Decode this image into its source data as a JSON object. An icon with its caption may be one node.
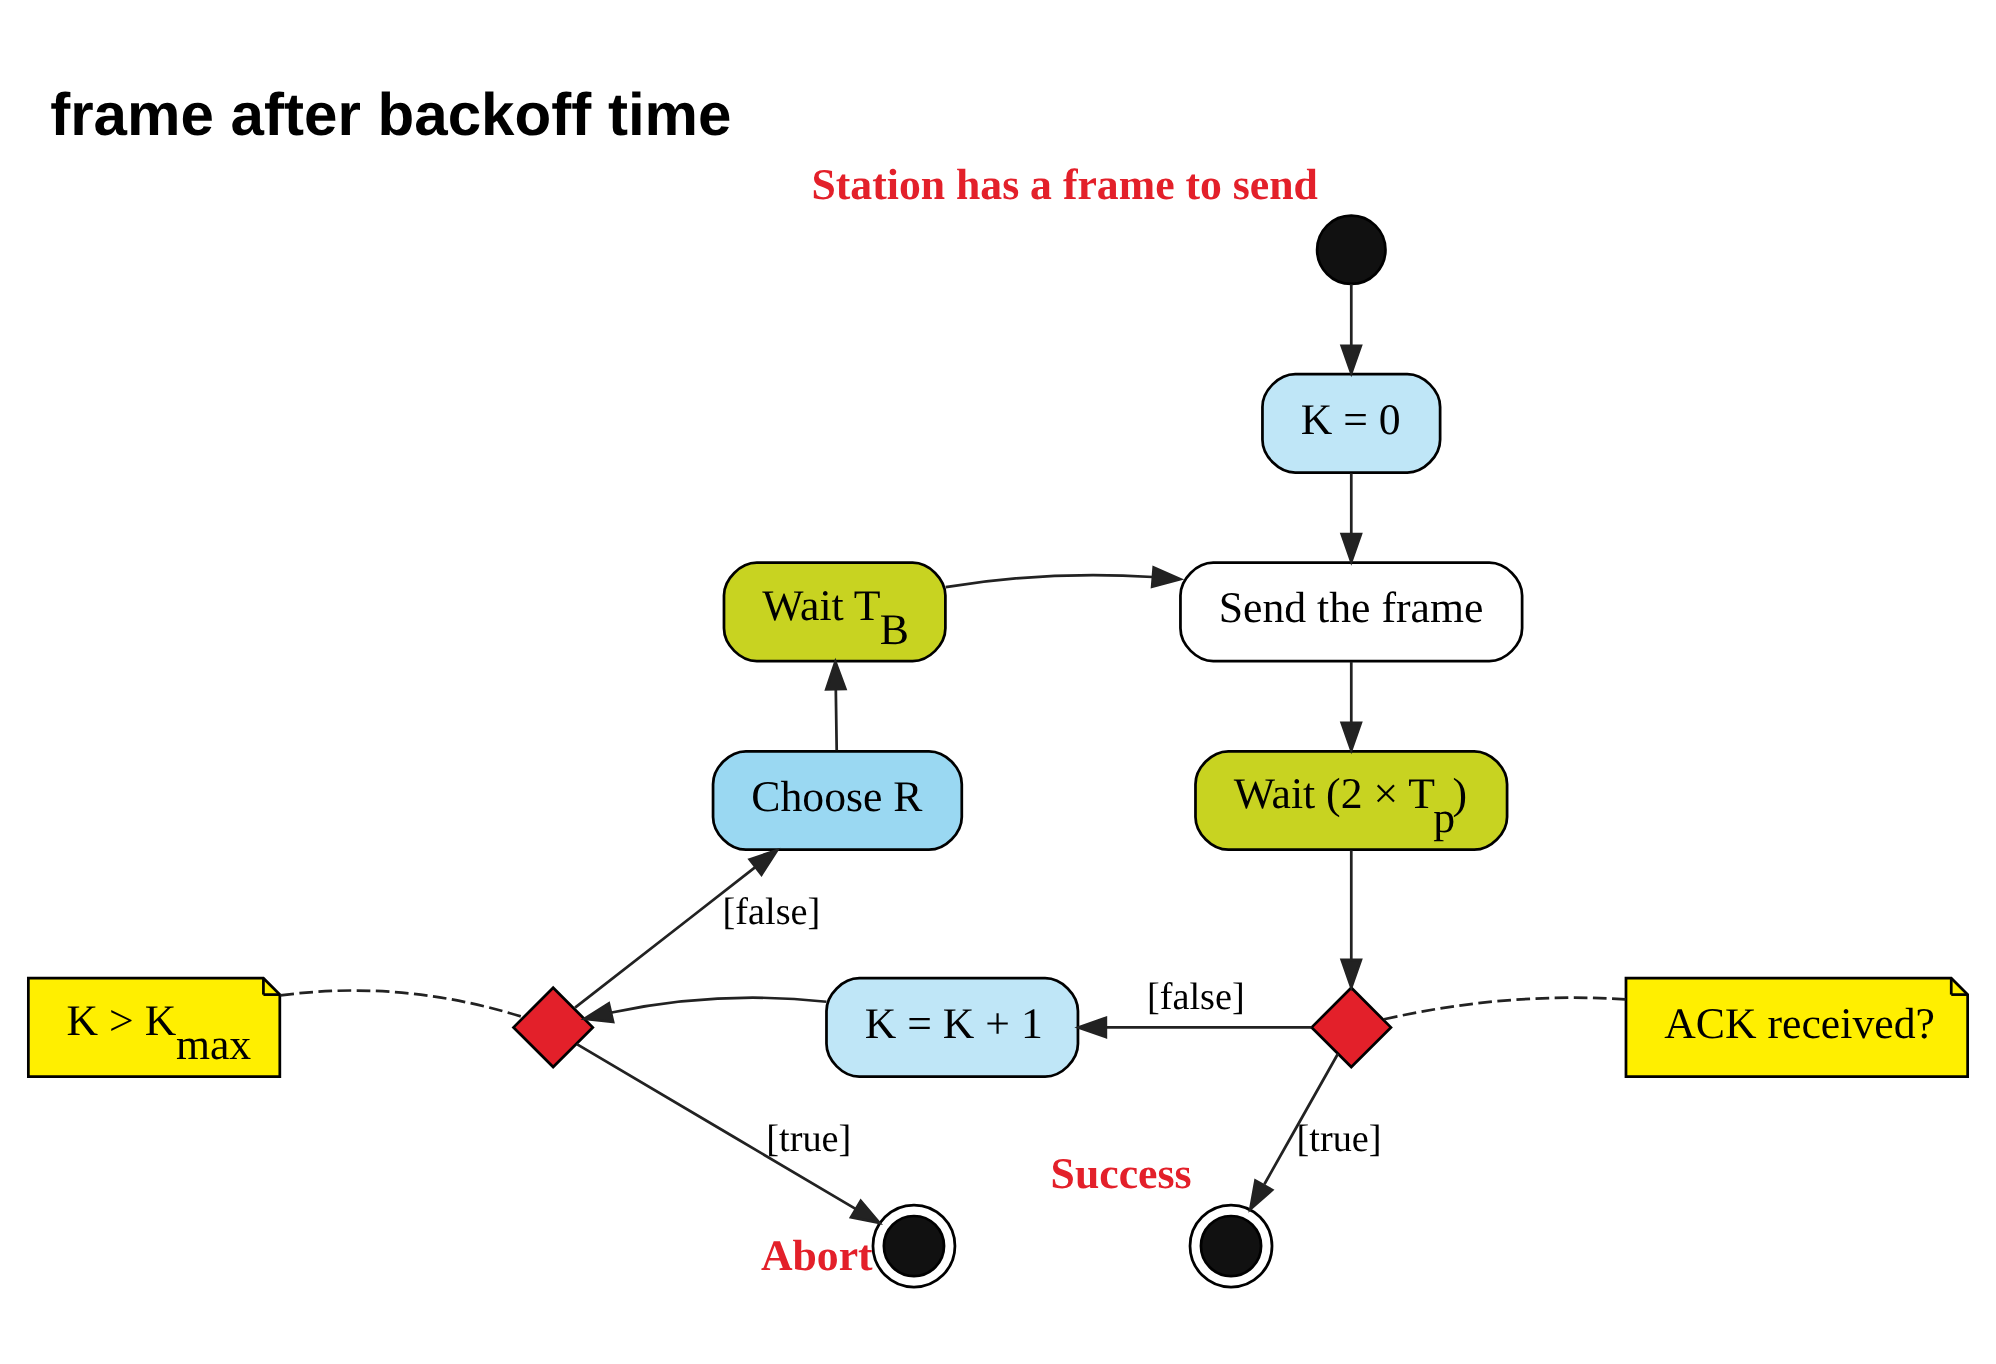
{
  "diagram": {
    "title": "frame after backoff time",
    "nodes": [
      {
        "text": [],
        "shape": "circle",
        "beside": [
          "Station has a frame to send"
        ]
      },
      {
        "text": [
          "K = 0"
        ]
      },
      {
        "text": [
          "Send the frame"
        ]
      },
      {
        "text": [
          "Wait (2 × T$_{p}$)"
        ]
      },
      {
        "text": [],
        "shape": "diamond"
      },
      {
        "text": [
          "ACK received?"
        ]
      },
      {
        "text": [
          "K = K + 1"
        ]
      },
      {
        "text": [],
        "shape": "diamond"
      },
      {
        "text": [
          "K > K$_{max}$"
        ]
      },
      {
        "text": [
          "Choose R"
        ]
      },
      {
        "text": [
          "Wait T$_{B}$"
        ]
      },
      {
        "text": [],
        "shape": "circle",
        "beside": [
          "Abort"
        ]
      },
      {
        "text": [],
        "shape": "circle",
        "beside": [
          "Success"
        ]
      }
    ],
    "edges": [
      {
        "from": 0,
        "to": 1,
        "arrow": "to"
      },
      {
        "from": 1,
        "to": 2,
        "arrow": "to"
      },
      {
        "from": 10,
        "to": 2,
        "arrow": "to"
      },
      {
        "from": 2,
        "to": 3,
        "arrow": "to"
      },
      {
        "from": 3,
        "to": 7,
        "arrow": "to"
      },
      {
        "from": 7,
        "to": 6,
        "arrow": "to",
        "label": "[false]"
      },
      {
        "from": 7,
        "to": 12,
        "arrow": "to",
        "label": "[true]"
      },
      {
        "from": 6,
        "to": 4,
        "arrow": "to"
      },
      {
        "from": 4,
        "to": 9,
        "arrow": "to",
        "label": "[false]"
      },
      {
        "from": 4,
        "to": 11,
        "arrow": "to",
        "label": "[true]"
      },
      {
        "from": 9,
        "to": 10,
        "arrow": "to"
      },
      {
        "from": 5,
        "to": 7,
        "arrow": "none",
        "style": "dashed"
      },
      {
        "from": 8,
        "to": 4,
        "arrow": "none",
        "style": "dashed"
      }
    ]
  }
}
